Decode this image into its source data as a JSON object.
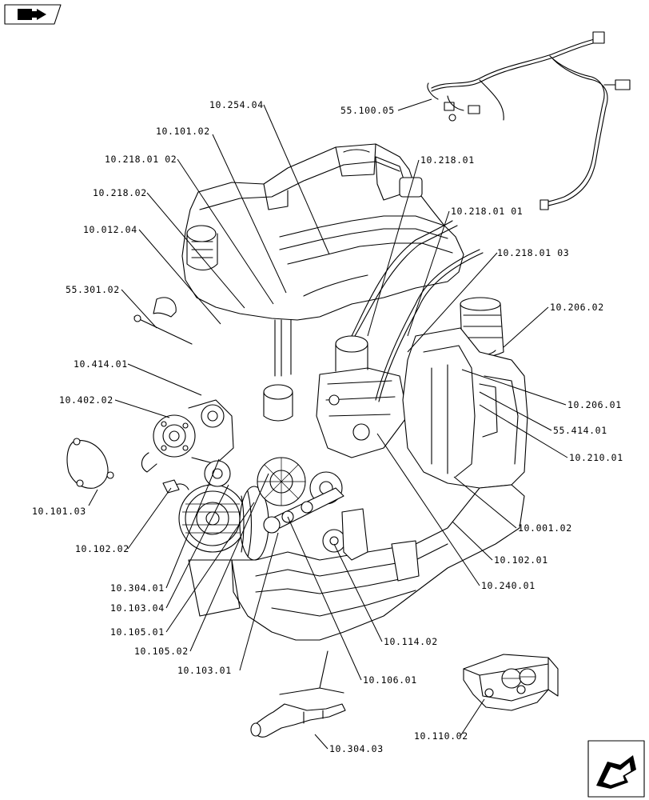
{
  "icons": {
    "top_left": "section-tag-icon",
    "bottom_right": "next-page-arrow-icon"
  },
  "labels": {
    "l_10_254_04": "10.254.04",
    "l_10_101_02": "10.101.02",
    "l_10_218_01_02": "10.218.01 02",
    "l_10_218_02": "10.218.02",
    "l_10_012_04": "10.012.04",
    "l_55_301_02": "55.301.02",
    "l_10_414_01": "10.414.01",
    "l_10_402_02": "10.402.02",
    "l_10_101_03": "10.101.03",
    "l_10_102_02": "10.102.02",
    "l_10_304_01": "10.304.01",
    "l_10_103_04": "10.103.04",
    "l_10_105_01": "10.105.01",
    "l_10_105_02": "10.105.02",
    "l_10_103_01": "10.103.01",
    "l_55_100_05": "55.100.05",
    "l_10_218_01": "10.218.01",
    "l_10_218_01_01": "10.218.01 01",
    "l_10_218_01_03": "10.218.01 03",
    "l_10_206_02": "10.206.02",
    "l_10_206_01": "10.206.01",
    "l_55_414_01": "55.414.01",
    "l_10_210_01": "10.210.01",
    "l_10_001_02": "10.001.02",
    "l_10_102_01": "10.102.01",
    "l_10_240_01": "10.240.01",
    "l_10_114_02": "10.114.02",
    "l_10_106_01": "10.106.01",
    "l_10_110_02": "10.110.02",
    "l_10_304_03": "10.304.03"
  }
}
